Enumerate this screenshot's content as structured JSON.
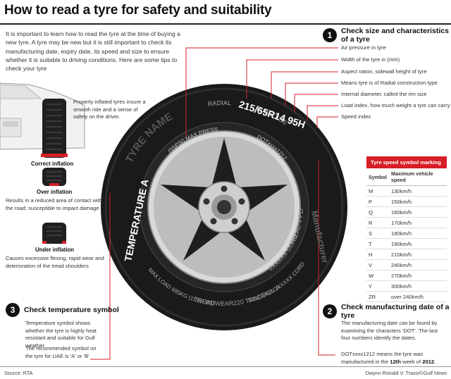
{
  "title": "How to read a tyre for safety and suitability",
  "intro": "It is important to learn how to read the tyre at the time of buying a new tyre. A tyre may be new but it is still important to check its manufacturing date, expiry date, its speed and size to ensure whether it is suitable to driving conditions. Here are some tips to check your tyre",
  "sections": {
    "one": {
      "number": "1",
      "heading": "Check size and characteristics of a tyre"
    },
    "two": {
      "number": "2",
      "heading": "Check manufacturing date of a tyre",
      "body": "The manufacturing date can be found by examining the characters 'DOT'. The last four numbers identify the dates.",
      "example_pre": "DOTxxxx1212 means the tyre was manufactured in the ",
      "example_week": "12th",
      "example_mid": " week of ",
      "example_year": "2012",
      "example_end": "."
    },
    "three": {
      "number": "3",
      "heading": "Check temperature symbol",
      "body1": "Temperature symbol shows whether the tyre is highly heat resistant and suitable for Gulf weather",
      "body2": "The recommended symbol on the tyre for UAE is 'A' or 'B'"
    }
  },
  "annotations": [
    "Air pressure in tyre",
    "Width of the tyre in (mm)",
    "Aspect ration, sidewall height of tyre",
    "Means tyre is of Radial construction type",
    "Internal diameter, called the rim size",
    "Load index, how much weight a tyre can carry",
    "Speed index"
  ],
  "inflation": {
    "intro": "Properly inflated tyres insure a smooth ride and a sense of safety on the driver.",
    "correct_label": "Correct inflation",
    "over_label": "Over inflation",
    "over_text": "Results in a reduced area of contact with the road; susceptible to impact damage",
    "under_label": "Under inflation",
    "under_text": "Causes excessive flexing, rapid wear and deterioration of the tread shoulders"
  },
  "tyre_markings": {
    "size": "215/65R14 95H",
    "brand": "TYRE NAME",
    "maxpress": "(55PSI) MAX PRESS",
    "radial": "RADIAL",
    "tubeless": "TUBELESS",
    "dot": "DOTxxxx1212",
    "manufacturer": "Manufacturer",
    "tread": "TREAD 4 PLIES",
    "cord1": "2XXXXX CORD",
    "sidewall": "SIDEWALL 2XXXXX CORD",
    "cord2": "2XXXXX CORD",
    "maxload": "MAX LOAD 685KG (1510LBS)",
    "temperature": "TEMPERATURE A",
    "treadwear": "TREADWEAR220 TRACTION A"
  },
  "speed_table": {
    "heading": "Tyre speed symbol marking",
    "col_symbol": "Symbol",
    "col_speed": "Maximum vehicle speed",
    "rows": [
      {
        "symbol": "M",
        "speed": "130km/h"
      },
      {
        "symbol": "P",
        "speed": "150km/h"
      },
      {
        "symbol": "Q",
        "speed": "160km/h"
      },
      {
        "symbol": "R",
        "speed": "170km/h"
      },
      {
        "symbol": "S",
        "speed": "180km/h"
      },
      {
        "symbol": "T",
        "speed": "190km/h"
      },
      {
        "symbol": "H",
        "speed": "210km/h"
      },
      {
        "symbol": "V",
        "speed": "240km/h"
      },
      {
        "symbol": "W",
        "speed": "270km/h"
      },
      {
        "symbol": "Y",
        "speed": "300km/h"
      },
      {
        "symbol": "ZR",
        "speed": "over 240km/h"
      }
    ]
  },
  "footer": {
    "source": "Source: RTA",
    "credit": "Dwynn Ronald V. Trazo/©Gulf News"
  },
  "colors": {
    "accent": "#d61f26",
    "tyre": "#1a1a1a"
  }
}
